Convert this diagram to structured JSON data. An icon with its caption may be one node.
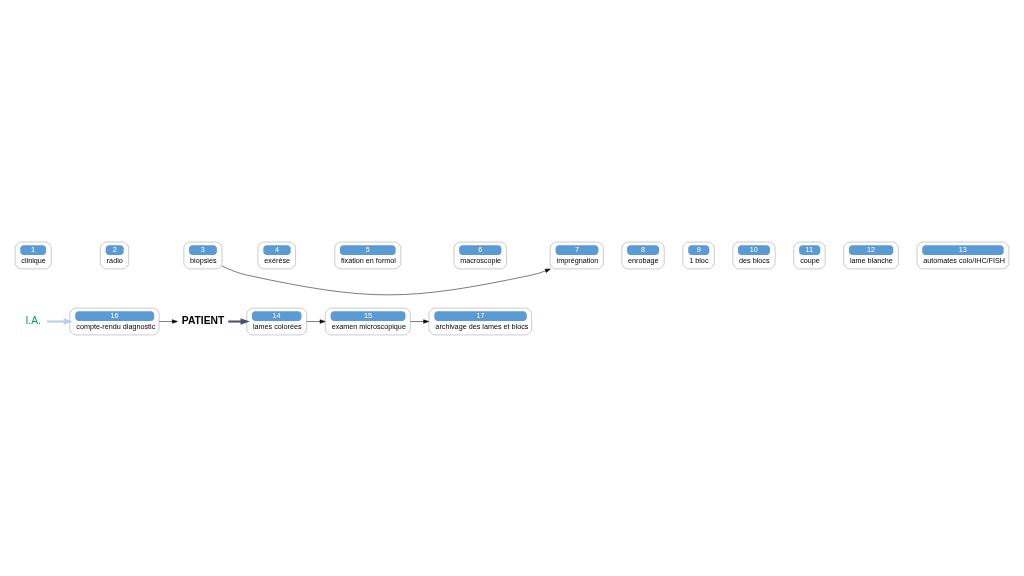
{
  "diagram": {
    "nodes": [
      {
        "text": [
          "PATIENT"
        ]
      },
      {
        "text": [
          "1",
          "clinique"
        ]
      },
      {
        "text": [
          "2",
          "radio"
        ]
      },
      {
        "text": [
          "3",
          "biopsies"
        ]
      },
      {
        "text": [
          "4",
          "exérèse"
        ]
      },
      {
        "text": [
          "5",
          "fixation en formol"
        ]
      },
      {
        "text": [
          "6",
          "macroscopie"
        ]
      },
      {
        "text": [
          "7",
          "imprégnation"
        ]
      },
      {
        "text": [
          "8",
          "enrobage"
        ]
      },
      {
        "text": [
          "9",
          "1 bloc"
        ]
      },
      {
        "text": [
          "10",
          "des blocs"
        ]
      },
      {
        "text": [
          "11",
          "coupe"
        ]
      },
      {
        "text": [
          "12",
          "lame blanche"
        ]
      },
      {
        "text": [
          "13",
          "automates colo/IHC/FISH"
        ]
      },
      {
        "text": [
          "14",
          "lames colorées"
        ]
      },
      {
        "text": [
          "15",
          "examen microscopique"
        ]
      },
      {
        "text": [
          "16",
          "compte-rendu diagnostic"
        ]
      },
      {
        "text": [
          "17",
          "archivage des lames et blocs"
        ]
      },
      {
        "text": [
          "I.A."
        ]
      }
    ],
    "edges": [
      {
        "from": 0,
        "to": 14,
        "arrow": "to",
        "style": "thick",
        "color": "#44546a"
      },
      {
        "from": 3,
        "to": 7,
        "arrow": "to"
      },
      {
        "from": 14,
        "to": 15,
        "arrow": "to"
      },
      {
        "from": 15,
        "to": 17,
        "arrow": "to"
      },
      {
        "from": 18,
        "to": 16,
        "arrow": "to",
        "style": "thick",
        "color": "#b4d0ec"
      },
      {
        "from": 16,
        "to": 0,
        "arrow": "to"
      }
    ]
  }
}
